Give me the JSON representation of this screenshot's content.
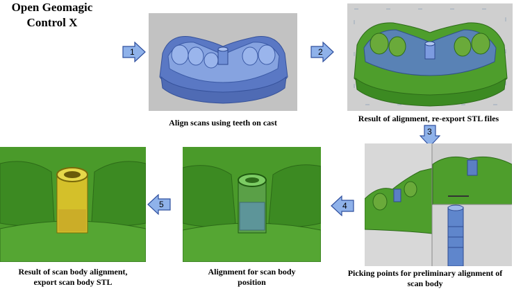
{
  "start": {
    "line1": "Open Geomagic",
    "line2": "Control X"
  },
  "steps": [
    "1",
    "2",
    "3",
    "4",
    "5"
  ],
  "captions": {
    "align": "Align scans using teeth on cast",
    "result": "Result of alignment, re-export STL files",
    "picking_line1": "Picking points for preliminary alignment of",
    "picking_line2": "scan body",
    "alignment_line1": "Alignment for scan body",
    "alignment_line2": "position",
    "final_line1": "Result of scan body alignment,",
    "final_line2": "export scan body STL"
  },
  "colors": {
    "arrow_fill": "#8fb2ea",
    "arrow_stroke": "#2f4f9e",
    "model_blue": "#6f8fd6",
    "model_green": "#3f9a28",
    "panel_gray": "#c8c8c8",
    "scanbody_yellow": "#d4c02a"
  }
}
